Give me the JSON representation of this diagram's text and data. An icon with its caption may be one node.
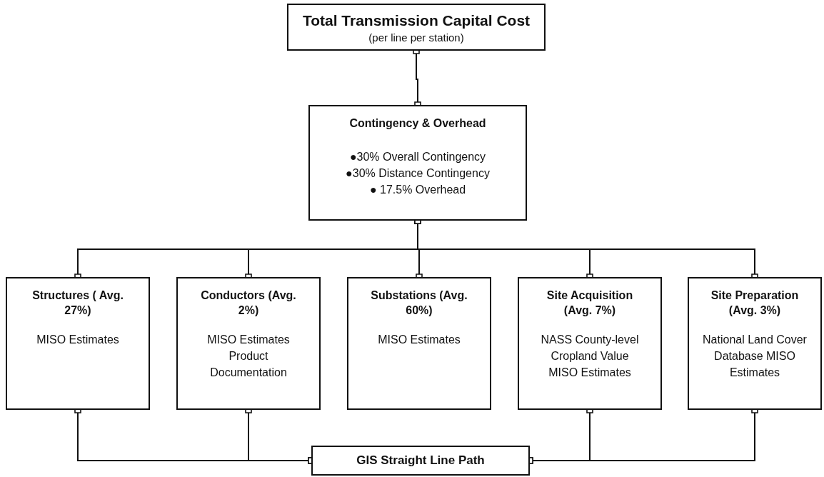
{
  "diagram": {
    "nodes": [
      {
        "text": [
          "Total Transmission Capital Cost",
          "(per line per station)"
        ]
      },
      {
        "text": [
          "Contingency & Overhead",
          "●30% Overall Contingency",
          "●30% Distance Contingency",
          "● 17.5% Overhead"
        ]
      },
      {
        "text": [
          "Structures ( Avg. 27%)",
          "MISO Estimates"
        ]
      },
      {
        "text": [
          "Conductors (Avg. 2%)",
          "MISO Estimates Product Documentation"
        ]
      },
      {
        "text": [
          "Substations (Avg. 60%)",
          "MISO Estimates"
        ]
      },
      {
        "text": [
          "Site Acquisition (Avg. 7%)",
          "NASS County-level Cropland Value MISO Estimates"
        ]
      },
      {
        "text": [
          "Site Preparation (Avg. 3%)",
          "National Land Cover Database MISO Estimates"
        ]
      },
      {
        "text": [
          "GIS Straight Line Path"
        ]
      }
    ],
    "edges": [
      {
        "from": 0,
        "to": 1,
        "arrow": "other"
      },
      {
        "from": 1,
        "to": 2,
        "arrow": "other"
      },
      {
        "from": 1,
        "to": 3,
        "arrow": "other"
      },
      {
        "from": 1,
        "to": 4,
        "arrow": "other"
      },
      {
        "from": 1,
        "to": 5,
        "arrow": "other"
      },
      {
        "from": 1,
        "to": 6,
        "arrow": "other"
      },
      {
        "from": 2,
        "to": 7,
        "arrow": "other"
      },
      {
        "from": 3,
        "to": 7,
        "arrow": "other"
      },
      {
        "from": 5,
        "to": 7,
        "arrow": "other"
      },
      {
        "from": 6,
        "to": 7,
        "arrow": "other"
      }
    ]
  }
}
